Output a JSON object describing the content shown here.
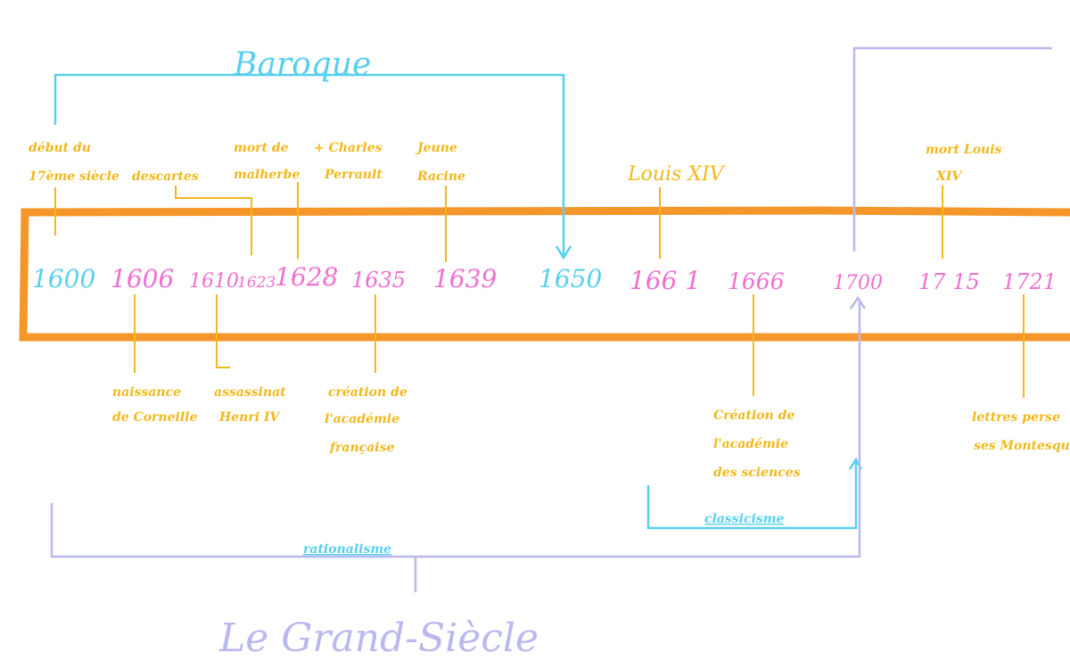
{
  "colors": {
    "frame": "#f5962a",
    "annotation": "#f2b81a",
    "year": "#f06fcf",
    "baroque": "#57d0f0",
    "rationalisme": "#b9b8ef"
  },
  "periods": {
    "baroque": "Baroque",
    "rationalisme": "rationalisme",
    "classicisme": "classicisme",
    "grand_siecle": "Le  Grand-Siècle"
  },
  "years": [
    {
      "key": "y1600",
      "label": "1600"
    },
    {
      "key": "y1606",
      "label": "1606"
    },
    {
      "key": "y1610",
      "label": "1610"
    },
    {
      "key": "y1623",
      "label": "1623"
    },
    {
      "key": "y1628",
      "label": "1628"
    },
    {
      "key": "y1635",
      "label": "1635"
    },
    {
      "key": "y1639",
      "label": "1639"
    },
    {
      "key": "y1650",
      "label": "1650"
    },
    {
      "key": "y1661",
      "label": "166 1"
    },
    {
      "key": "y1666",
      "label": "1666"
    },
    {
      "key": "y1700",
      "label": "1700"
    },
    {
      "key": "y1715",
      "label": "17 15"
    },
    {
      "key": "y1721",
      "label": "1721"
    }
  ],
  "events": {
    "debut_l1": "début du",
    "debut_l2": "17ème siècle",
    "descartes": "descartes",
    "malherbe_l1": "mort de",
    "malherbe_l2": "malherbe",
    "perrault_l1": "+ Charles",
    "perrault_l2": "Perrault",
    "racine_l1": "Jeune",
    "racine_l2": "Racine",
    "louis": "Louis XIV",
    "mort_louis_l1": "mort Louis",
    "mort_louis_l2": "XIV",
    "corneille_l1": "naissance",
    "corneille_l2": "de Corneille",
    "henri_l1": "assassinat",
    "henri_l2": "Henri IV",
    "academie_fr_l1": "création de",
    "academie_fr_l2": "l'académie",
    "academie_fr_l3": "française",
    "academie_sc_l1": "Création de",
    "academie_sc_l2": "l'académie",
    "academie_sc_l3": "des sciences",
    "lettres_l1": "lettres perse",
    "lettres_l2": "ses Montesquie"
  }
}
